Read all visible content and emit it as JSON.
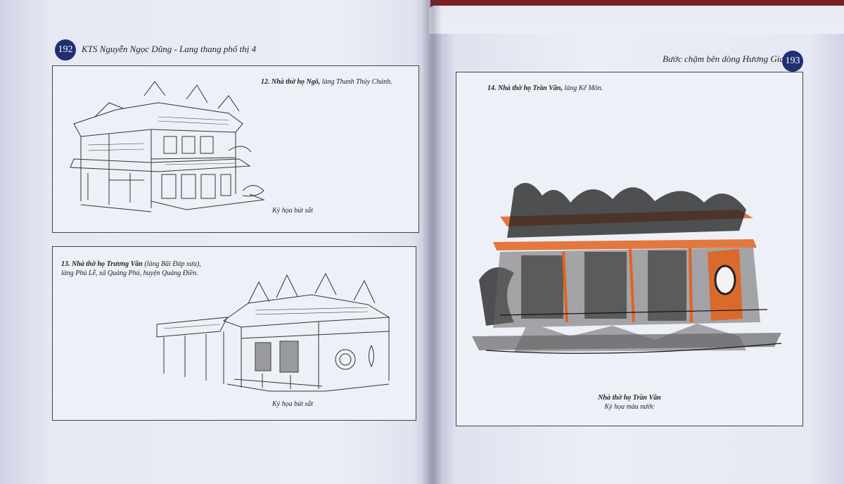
{
  "left_page": {
    "page_number": "192",
    "running_header": "KTS Nguyễn Ngọc Dũng - Lang thang phố thị 4",
    "figures": [
      {
        "title": "12. Nhà thờ họ Ngô,",
        "location": "làng Thanh Thủy Chánh.",
        "medium": "Ký họa bút sắt"
      },
      {
        "title": "13. Nhà thờ họ Trương Văn",
        "location_line1": "(làng Bãi Đáp xưa),",
        "location_line2": "làng Phú Lễ, xã Quảng Phú, huyện Quảng Điền.",
        "medium": "Ký họa bút sắt"
      }
    ]
  },
  "right_page": {
    "page_number": "193",
    "running_header": "Bước chậm bên dòng Hương Giang",
    "figure": {
      "title": "14. Nhà thờ họ Trần Văn,",
      "location": "làng Kế Môn.",
      "caption_title": "Nhà thờ họ Trần Văn",
      "caption_medium": "Ký họa màu nước"
    }
  },
  "colors": {
    "badge": "#1f2f72",
    "watercolor_accent": "#e0631f",
    "ink": "#222222"
  }
}
